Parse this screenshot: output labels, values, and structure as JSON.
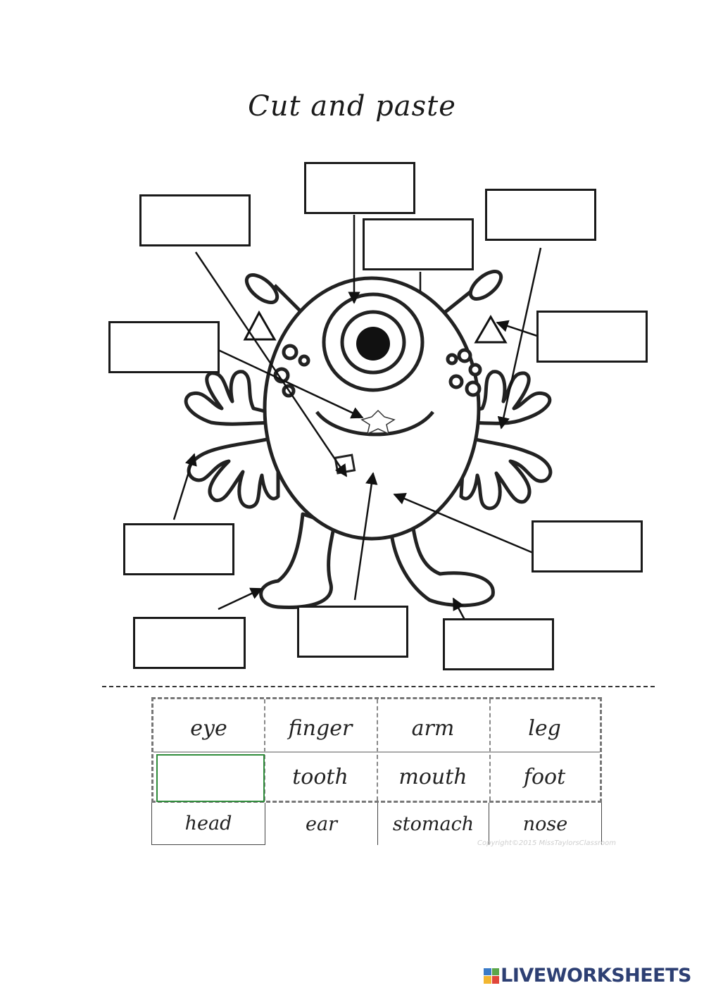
{
  "title": "Cut and paste",
  "word_bank": {
    "row1": [
      "eye",
      "finger",
      "arm",
      "leg"
    ],
    "row2": [
      "",
      "tooth",
      "mouth",
      "foot"
    ],
    "row3": [
      "head",
      "ear",
      "stomach",
      "nose"
    ]
  },
  "copyright": "Copyright©2015 MissTaylorsClassroom",
  "brand": {
    "name": "LIVEWORKSHEETS",
    "colors": {
      "blue": "#3a7bc8",
      "green": "#5aa64a",
      "yellow": "#f2b630",
      "red": "#e0463a",
      "text": "#2d3f73"
    }
  }
}
